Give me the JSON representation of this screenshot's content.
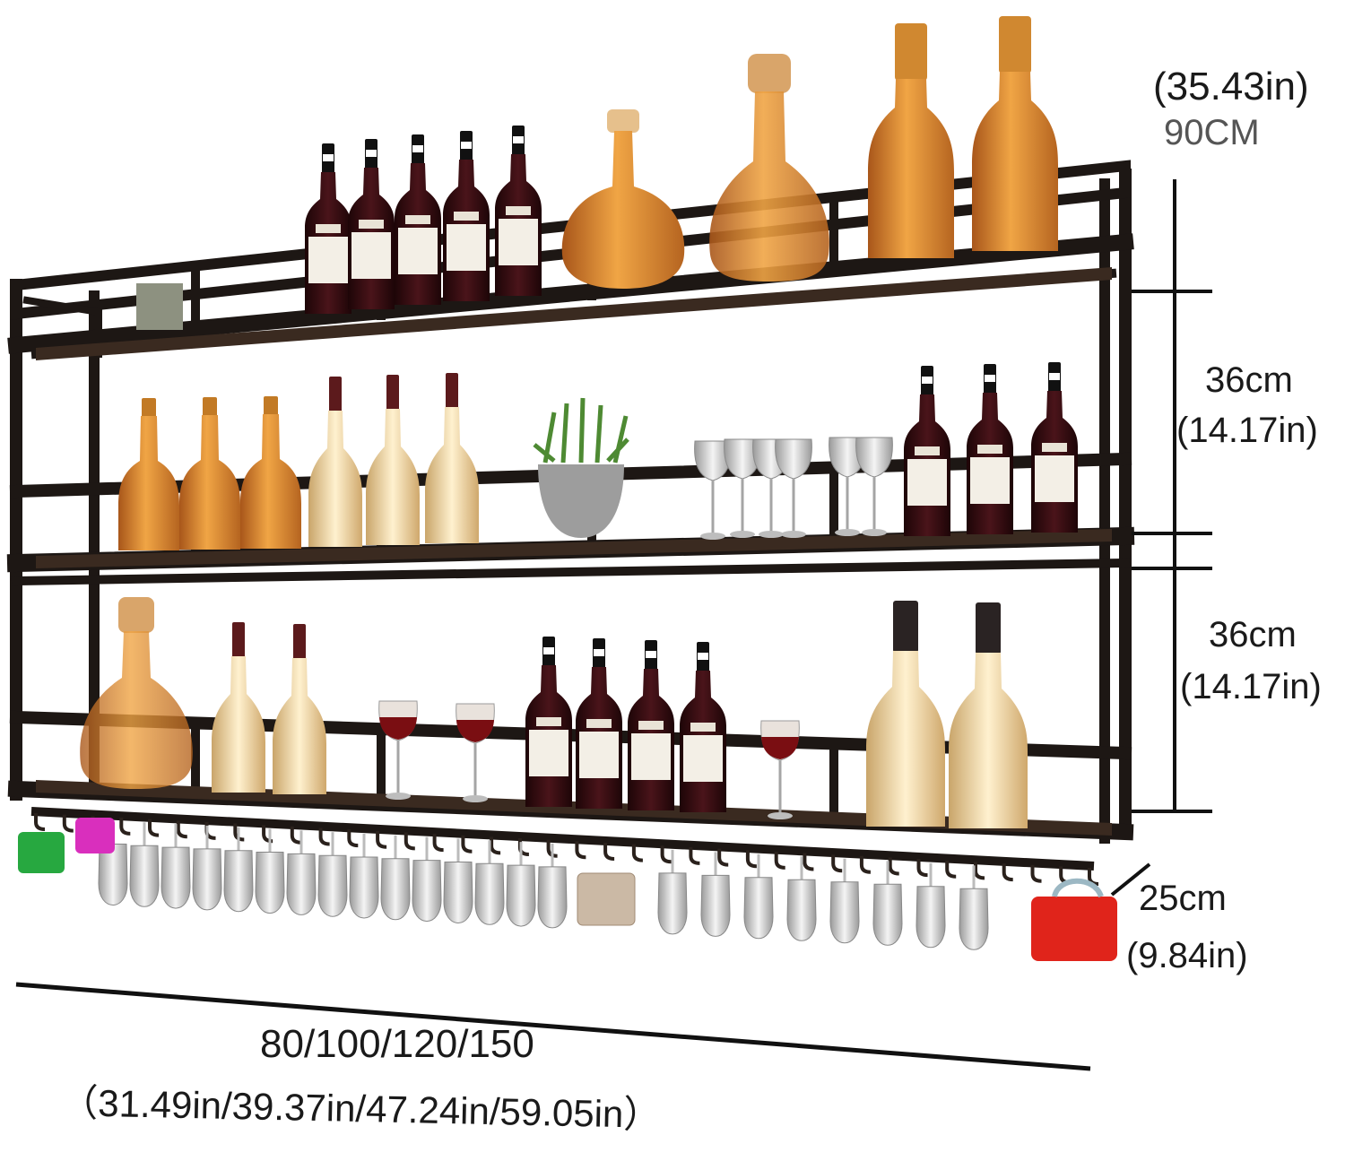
{
  "dimensions": {
    "total_height": {
      "cm": "90CM",
      "in": "(35.43in)"
    },
    "tier_1": {
      "cm": "36cm",
      "in": "(14.17in)"
    },
    "tier_2": {
      "cm": "36cm",
      "in": "(14.17in)"
    },
    "depth": {
      "cm": "25cm",
      "in": "(9.84in)"
    },
    "width": {
      "cm": "80/100/120/150",
      "in": "（31.49in/39.37in/47.24in/59.05in）"
    }
  },
  "colors": {
    "frame": "#1d1714",
    "wood": "#3a2a20",
    "amber": "#d98a2a",
    "white_wine": "#f2d9a6",
    "red_wine": "#3a0f12",
    "glass": "#cfcfcf",
    "dimension_line": "#111111"
  }
}
